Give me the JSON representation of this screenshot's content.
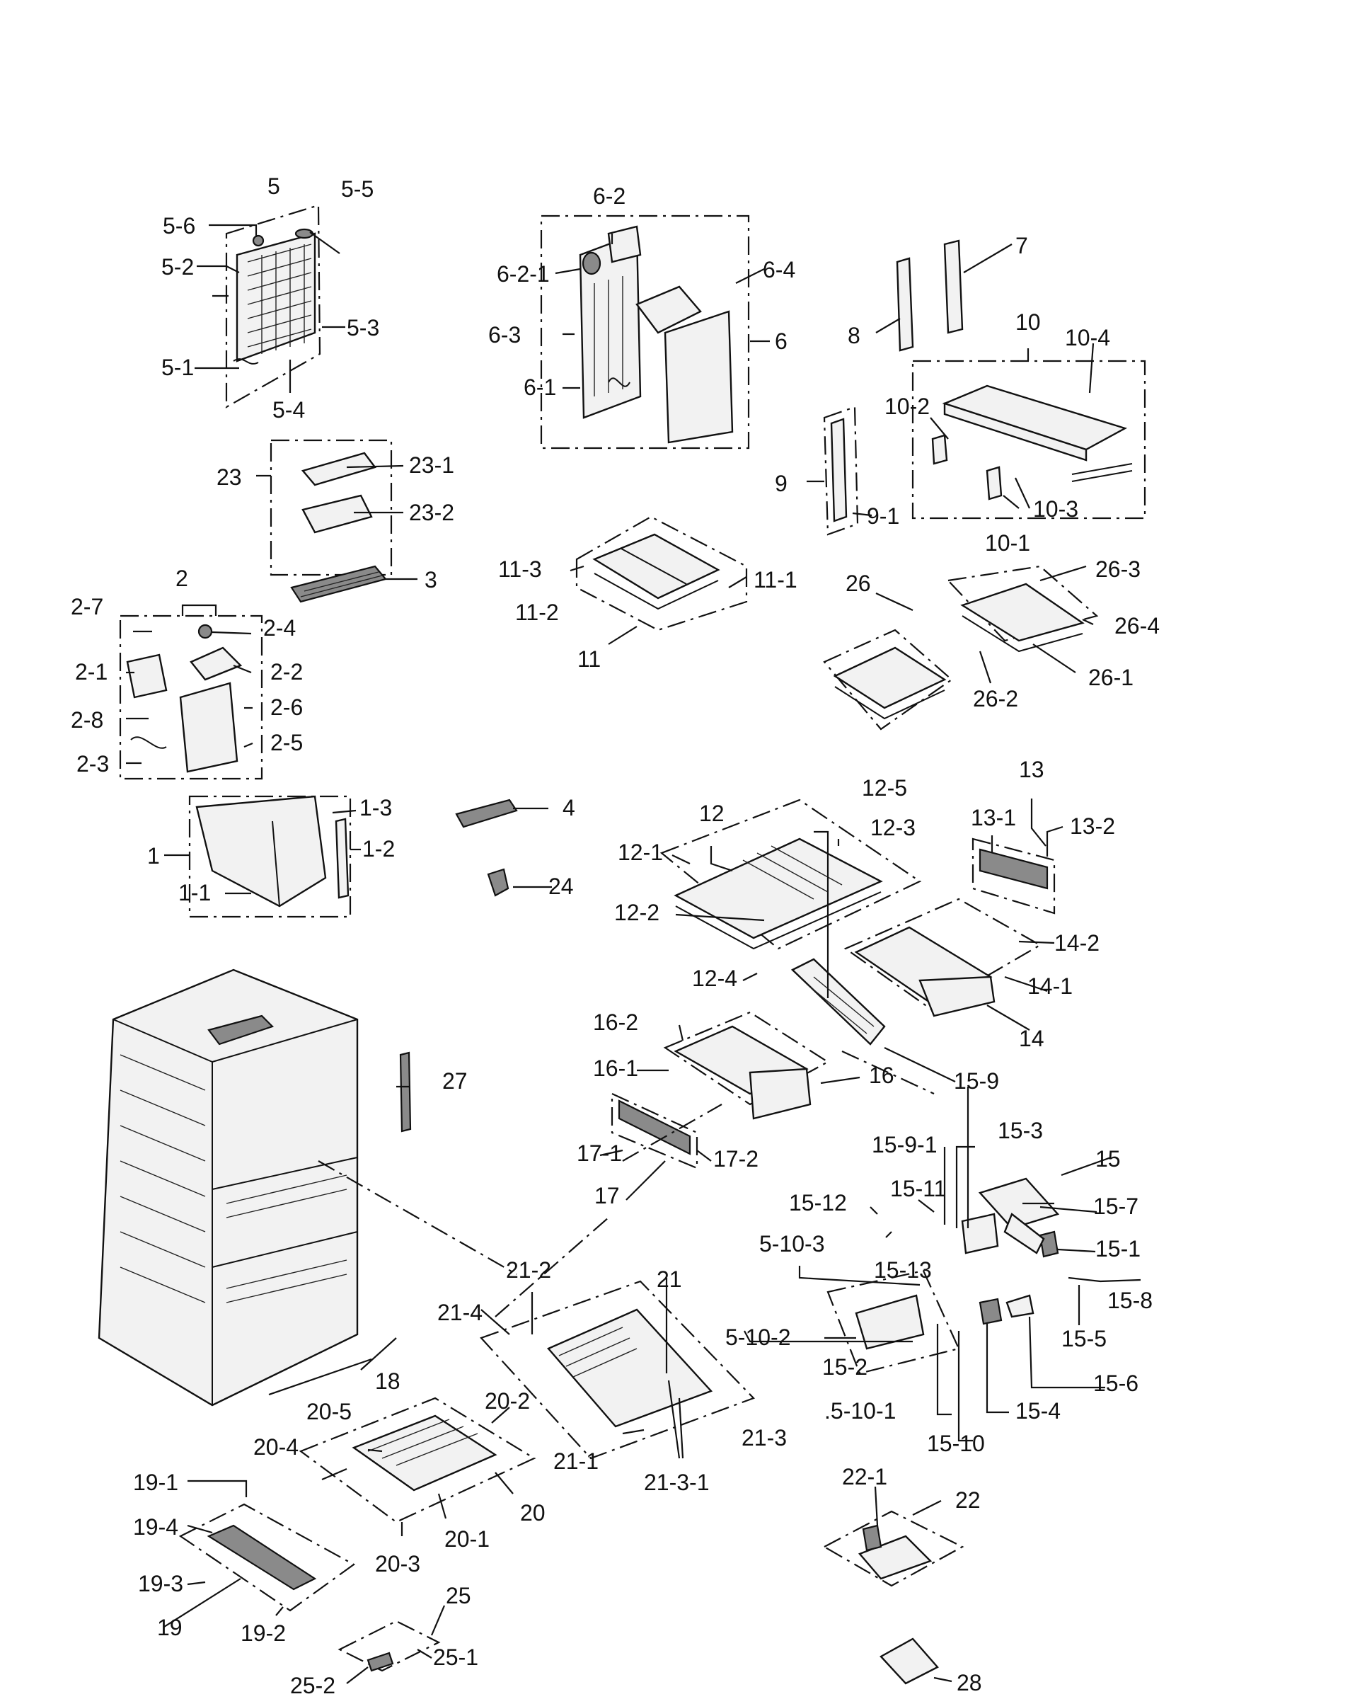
{
  "callouts": {
    "c1": "1",
    "c1_1": "1-1",
    "c1_2": "1-2",
    "c1_3": "1-3",
    "c2": "2",
    "c2_1": "2-1",
    "c2_2": "2-2",
    "c2_3": "2-3",
    "c2_4": "2-4",
    "c2_5": "2-5",
    "c2_6": "2-6",
    "c2_7": "2-7",
    "c2_8": "2-8",
    "c3": "3",
    "c4": "4",
    "c5": "5",
    "c5_1": "5-1",
    "c5_2": "5-2",
    "c5_3": "5-3",
    "c5_4": "5-4",
    "c5_5": "5-5",
    "c5_6": "5-6",
    "c5_10_1": ".5-10-1",
    "c5_10_2": "5-10-2",
    "c5_10_3": "5-10-3",
    "c6": "6",
    "c6_1": "6-1",
    "c6_2": "6-2",
    "c6_2_1": "6-2-1",
    "c6_3": "6-3",
    "c6_4": "6-4",
    "c7": "7",
    "c8": "8",
    "c9": "9",
    "c9_1": "9-1",
    "c10": "10",
    "c10_1": "10-1",
    "c10_2": "10-2",
    "c10_3": "10-3",
    "c10_4": "10-4",
    "c11": "11",
    "c11_1": "11-1",
    "c11_2": "11-2",
    "c11_3": "11-3",
    "c12": "12",
    "c12_1": "12-1",
    "c12_2": "12-2",
    "c12_3": "12-3",
    "c12_4": "12-4",
    "c12_5": "12-5",
    "c13": "13",
    "c13_1": "13-1",
    "c13_2": "13-2",
    "c14": "14",
    "c14_1": "14-1",
    "c14_2": "14-2",
    "c15": "15",
    "c15_1": "15-1",
    "c15_2": "15-2",
    "c15_3": "15-3",
    "c15_4": "15-4",
    "c15_5": "15-5",
    "c15_6": "15-6",
    "c15_7": "15-7",
    "c15_8": "15-8",
    "c15_9": "15-9",
    "c15_9_1": "15-9-1",
    "c15_10": "15-10",
    "c15_11": "15-11",
    "c15_12": "15-12",
    "c15_13": "15-13",
    "c16": "16",
    "c16_1": "16-1",
    "c16_2": "16-2",
    "c17": "17",
    "c17_1": "17-1",
    "c17_2": "17-2",
    "c18": "18",
    "c19": "19",
    "c19_1": "19-1",
    "c19_2": "19-2",
    "c19_3": "19-3",
    "c19_4": "19-4",
    "c20": "20",
    "c20_1": "20-1",
    "c20_2": "20-2",
    "c20_3": "20-3",
    "c20_4": "20-4",
    "c20_5": "20-5",
    "c21": "21",
    "c21_1": "21-1",
    "c21_2": "21-2",
    "c21_3": "21-3",
    "c21_3_1": "21-3-1",
    "c21_4": "21-4",
    "c22": "22",
    "c22_1": "22-1",
    "c23": "23",
    "c23_1": "23-1",
    "c23_2": "23-2",
    "c24": "24",
    "c25": "25",
    "c25_1": "25-1",
    "c25_2": "25-2",
    "c26": "26",
    "c26_1": "26-1",
    "c26_2": "26-2",
    "c26_3": "26-3",
    "c26_4": "26-4",
    "c27": "27",
    "c28": "28"
  }
}
